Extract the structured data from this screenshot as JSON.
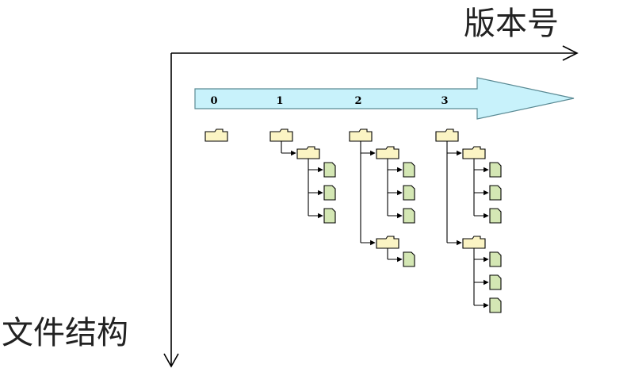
{
  "axes": {
    "x_label": "版本号",
    "y_label": "文件结构"
  },
  "versions": [
    {
      "label": "0",
      "tree": []
    },
    {
      "label": "1",
      "tree": [
        {
          "type": "folder",
          "children": [
            {
              "type": "file"
            },
            {
              "type": "file"
            },
            {
              "type": "file"
            }
          ]
        }
      ]
    },
    {
      "label": "2",
      "tree": [
        {
          "type": "folder",
          "children": [
            {
              "type": "file"
            },
            {
              "type": "file"
            },
            {
              "type": "file"
            }
          ]
        },
        {
          "type": "folder",
          "children": [
            {
              "type": "file"
            }
          ]
        }
      ]
    },
    {
      "label": "3",
      "tree": [
        {
          "type": "folder",
          "children": [
            {
              "type": "file"
            },
            {
              "type": "file"
            },
            {
              "type": "file"
            }
          ]
        },
        {
          "type": "folder",
          "children": [
            {
              "type": "file"
            },
            {
              "type": "file"
            },
            {
              "type": "file"
            }
          ]
        }
      ]
    }
  ],
  "colors": {
    "arrow_fill": "#c8f2fb",
    "arrow_stroke": "#5a8a94",
    "folder_fill": "#fbf4c4",
    "file_fill": "#d4e7b4",
    "line": "#000000"
  }
}
